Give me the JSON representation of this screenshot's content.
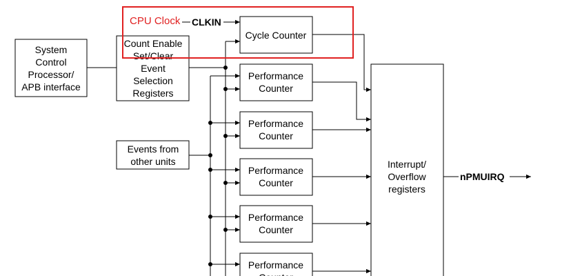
{
  "diagram": {
    "system_control": [
      "System",
      "Control",
      "Processor/",
      "APB interface"
    ],
    "count_enable": [
      "Count Enable",
      "Set/Clear",
      "Event",
      "Selection",
      "Registers"
    ],
    "events_other": [
      "Events from",
      "other units"
    ],
    "cycle_counter": "Cycle Counter",
    "perf_counter": [
      "Performance",
      "Counter"
    ],
    "interrupt": [
      "Interrupt/",
      "Overflow",
      "registers"
    ],
    "cpu_clock": "CPU Clock",
    "clkin": "CLKIN",
    "npmuirq": "nPMUIRQ"
  },
  "colors": {
    "highlight": "#e02020",
    "line": "#000000"
  }
}
